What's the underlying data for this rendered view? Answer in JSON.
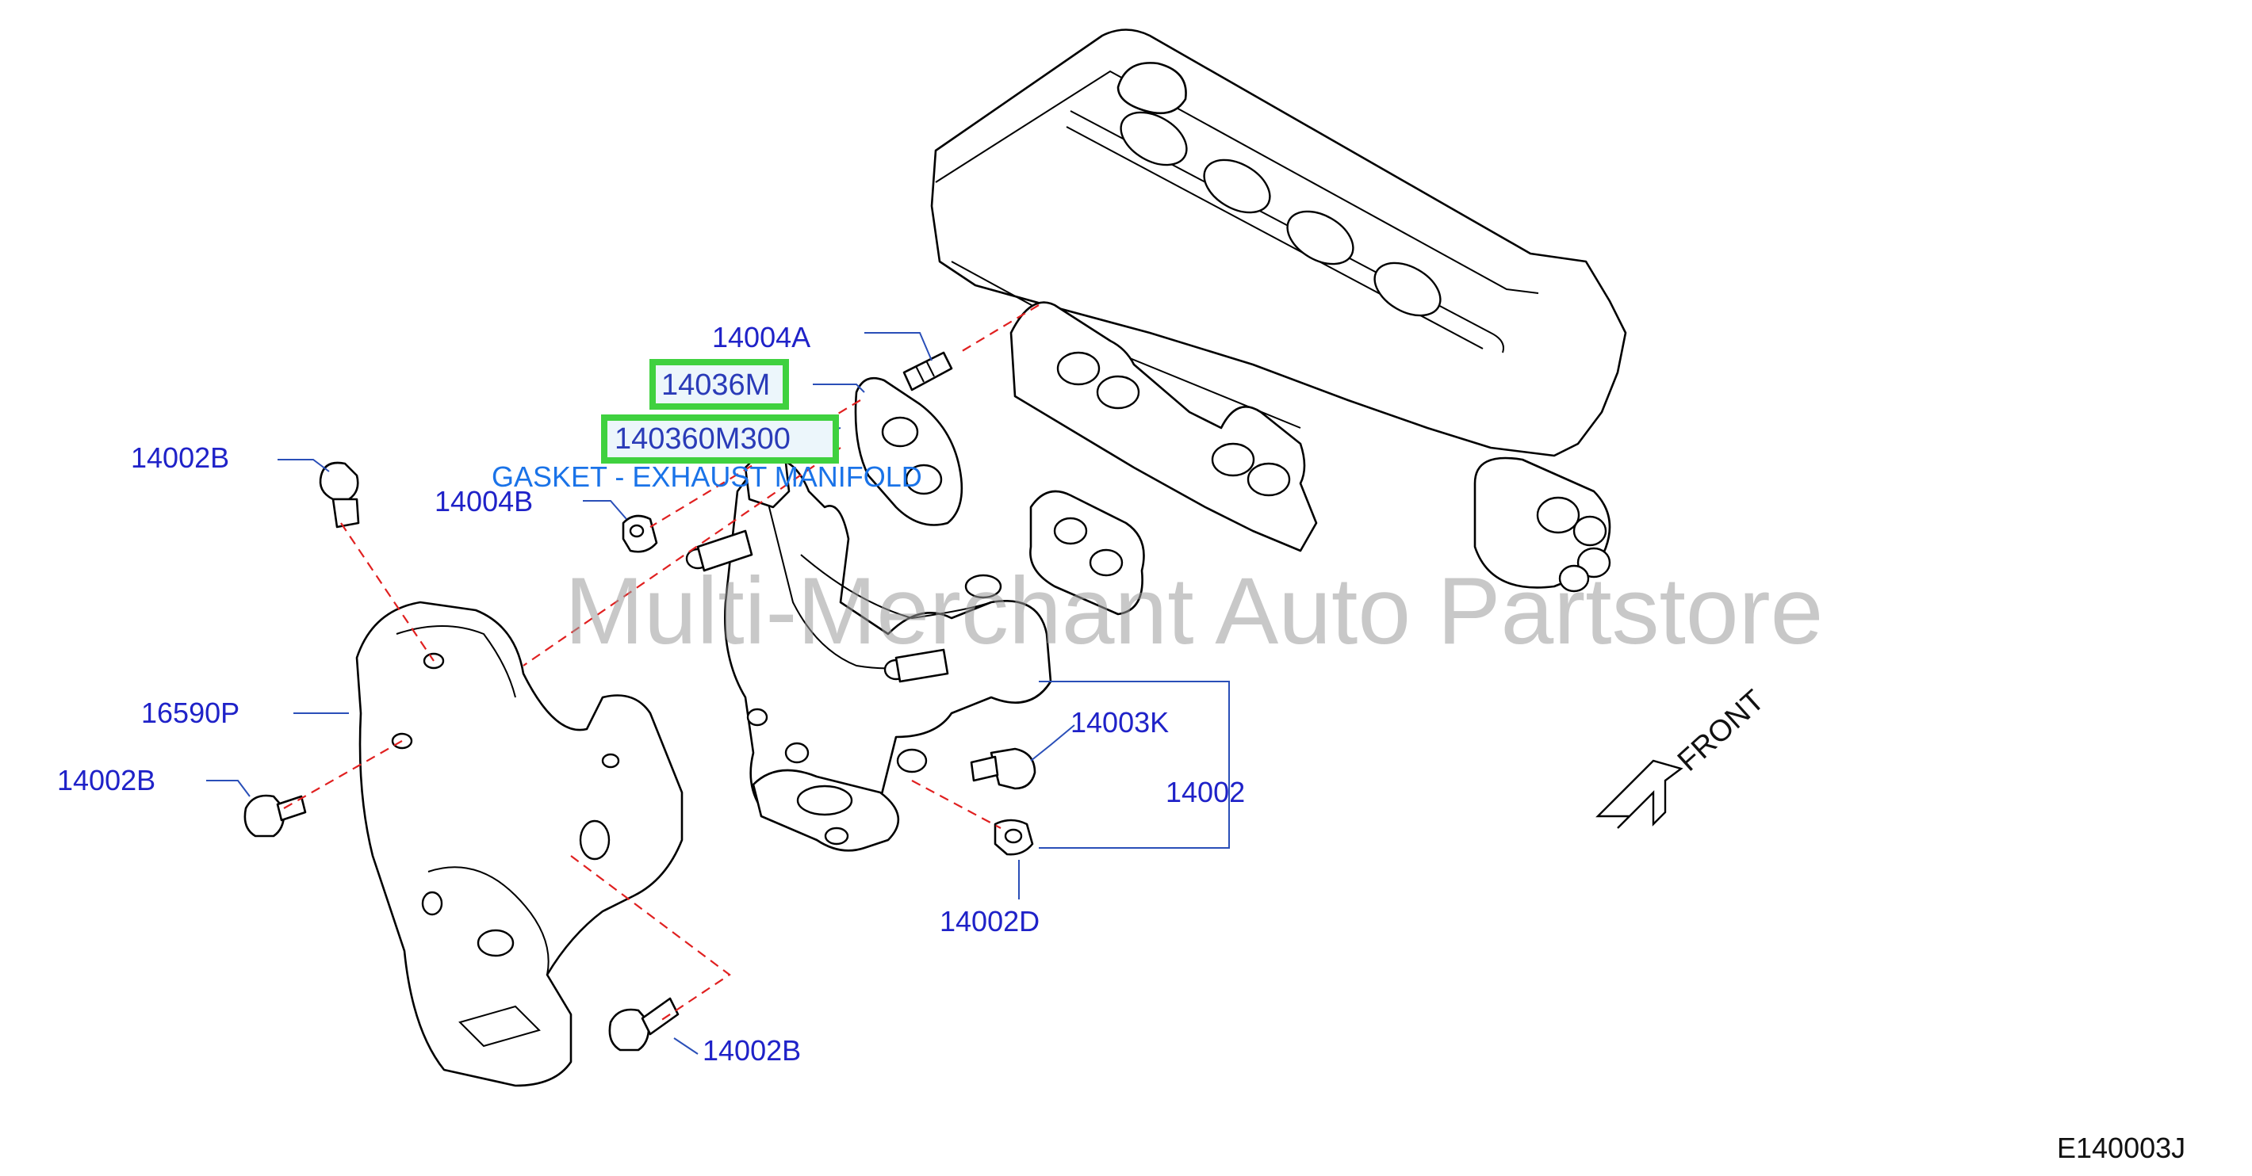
{
  "watermark": "Multi-Merchant Auto Partstore",
  "diagram_code": "E140003J",
  "front_label": "FRONT",
  "highlighted": {
    "part_number": "14036M",
    "oem_number": "140360M300",
    "description": "GASKET - EXHAUST MANIFOLD"
  },
  "callouts": {
    "c14004A": "14004A",
    "c14002B_top": "14002B",
    "c14004B": "14004B",
    "c16590P": "16590P",
    "c14002B_mid": "14002B",
    "c14003K": "14003K",
    "c14002": "14002",
    "c14002D": "14002D",
    "c14002B_bot": "14002B"
  },
  "colors": {
    "callout_text": "#1f22c8",
    "description_text": "#1a73e8",
    "highlight_border": "#3fd13f",
    "leader_dash": "#e02020"
  }
}
